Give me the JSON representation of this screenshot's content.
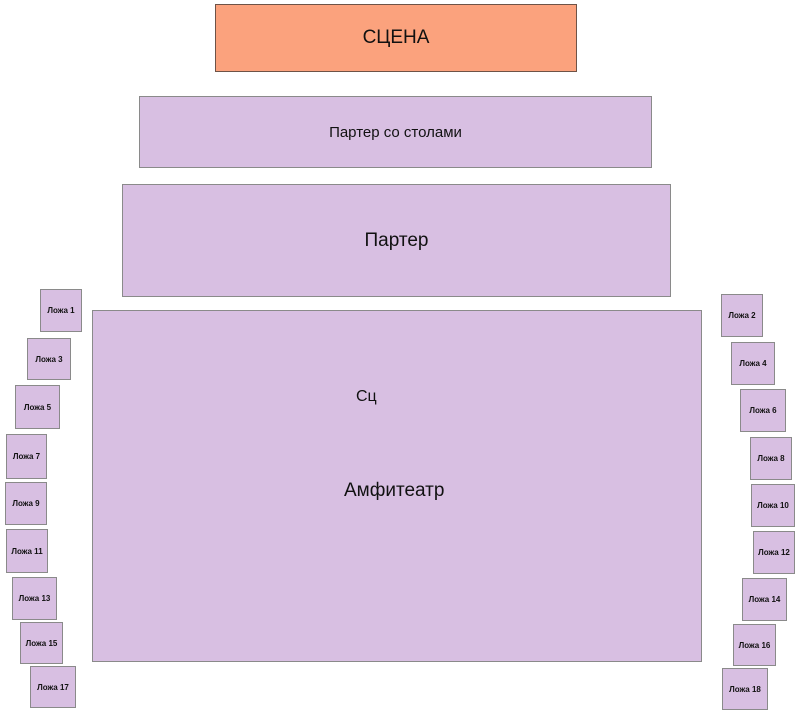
{
  "stage": {
    "label": "СЦЕНА",
    "color": "#fba27d"
  },
  "tables": {
    "label": "Партер со столами"
  },
  "parter": {
    "label": "Партер"
  },
  "amphitheatre": {
    "label": "Амфитеатр",
    "small_label": "Сц"
  },
  "zone_color": "#d8bfe2",
  "boxes_left": [
    "Ложа 1",
    "Ложа 3",
    "Ложа 5",
    "Ложа 7",
    "Ложа 9",
    "Ложа 11",
    "Ложа 13",
    "Ложа 15",
    "Ложа 17"
  ],
  "boxes_right": [
    "Ложа 2",
    "Ложа 4",
    "Ложа 6",
    "Ложа 8",
    "Ложа 10",
    "Ложа 12",
    "Ложа 14",
    "Ложа 16",
    "Ложа 18"
  ]
}
